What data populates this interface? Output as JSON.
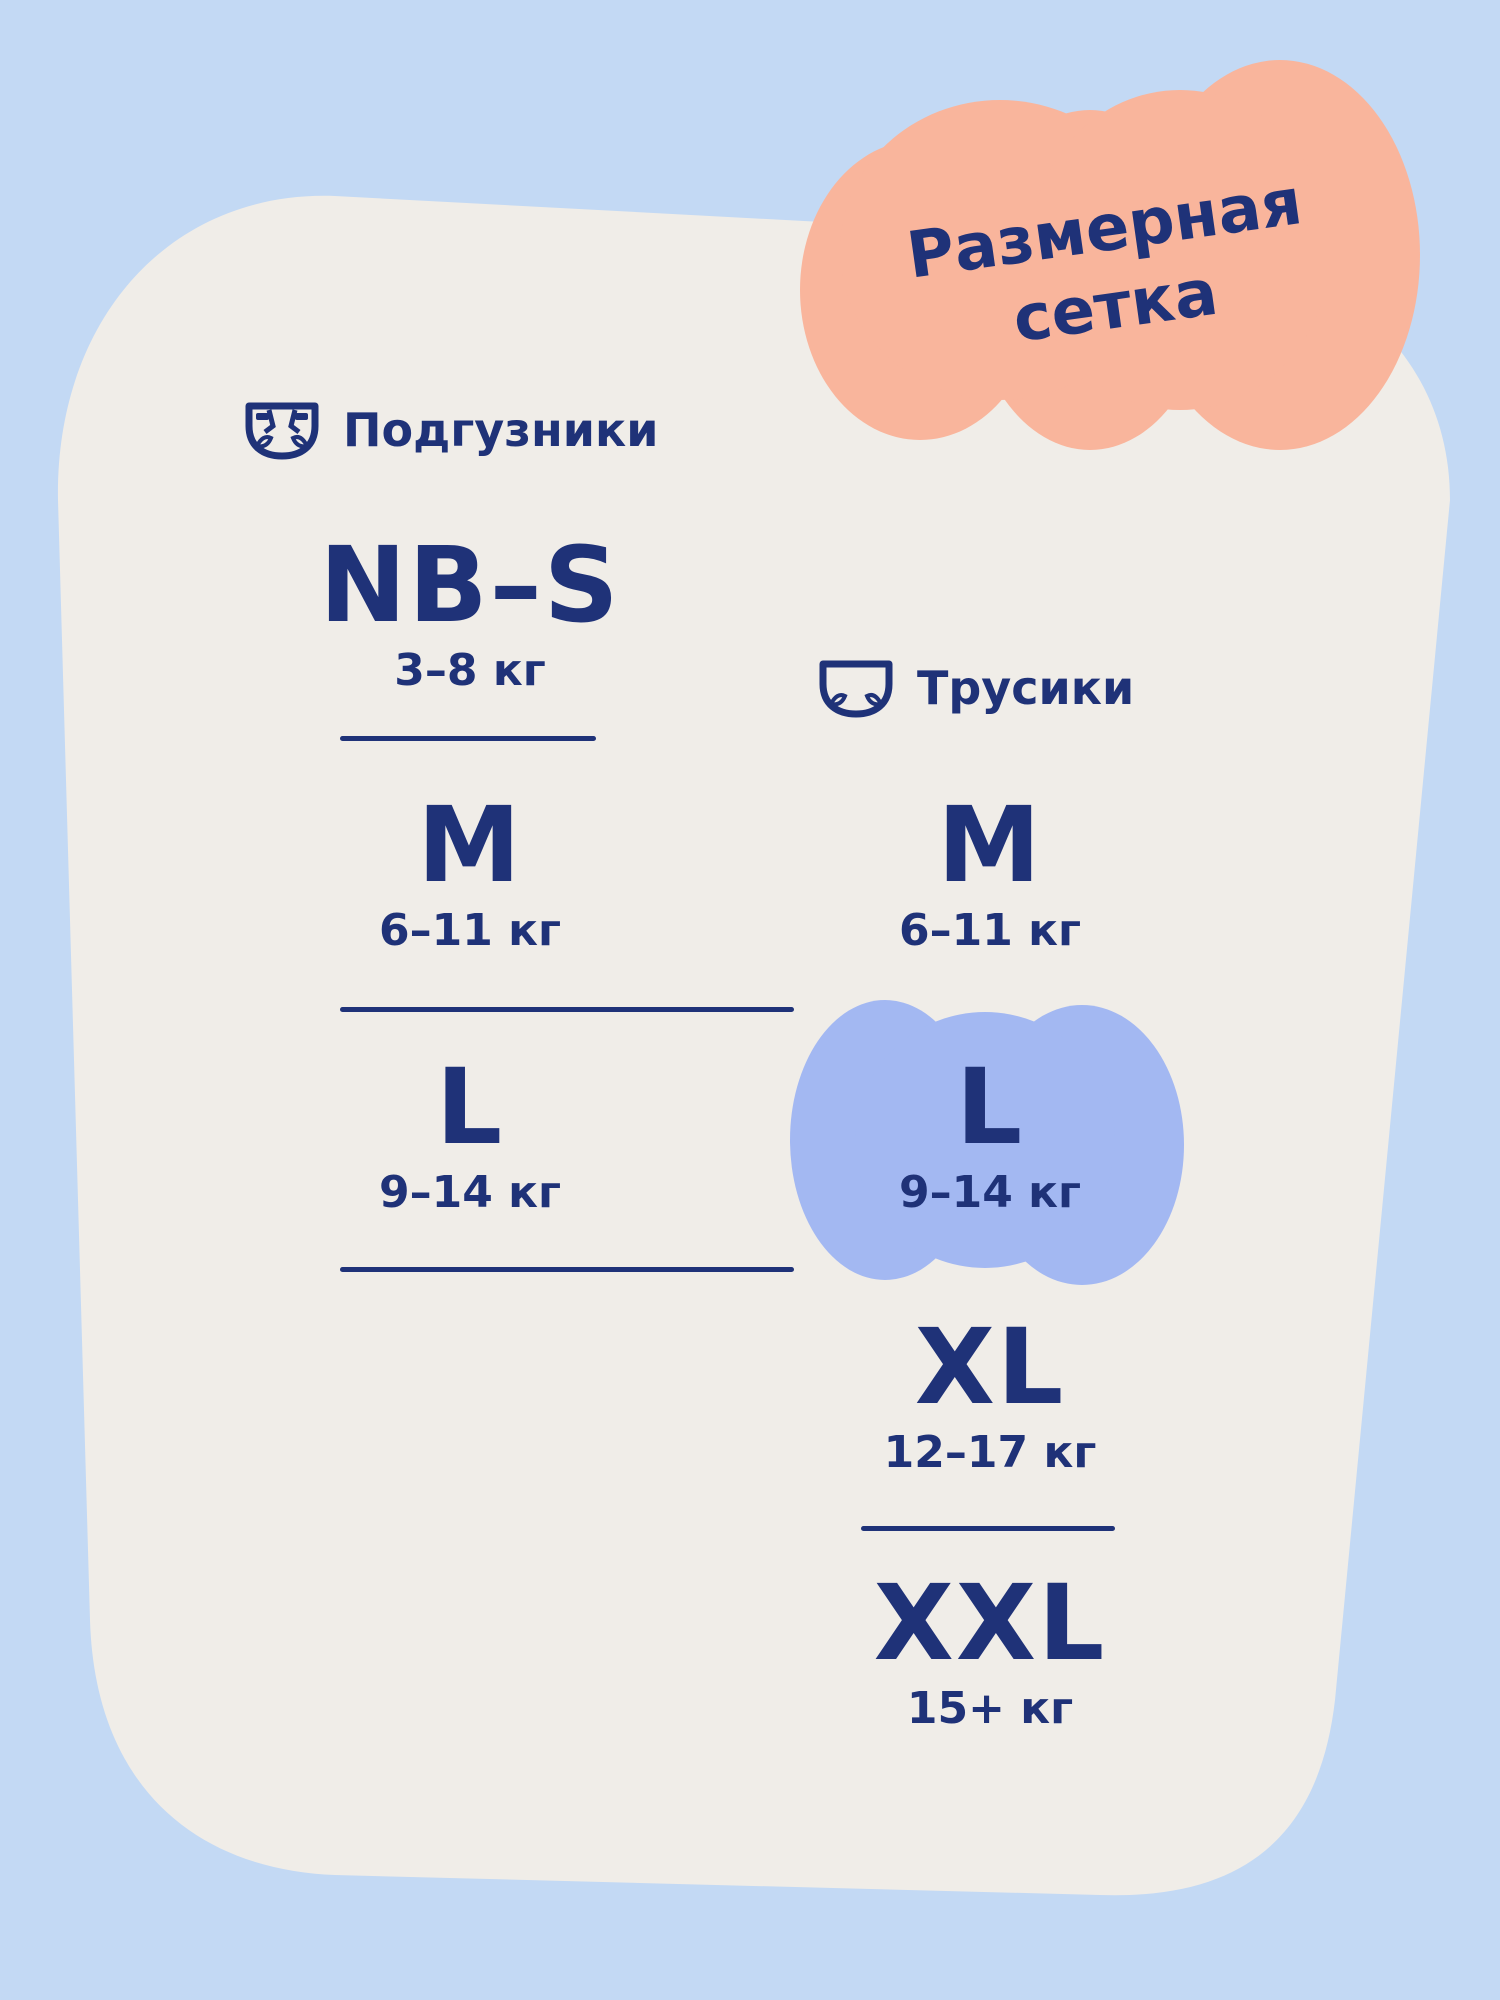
{
  "title": {
    "line1": "Размерная",
    "line2": "сетка"
  },
  "colors": {
    "background": "#c3d9f4",
    "panel": "#f0ede8",
    "title_blob": "#f9b59c",
    "highlight_blob": "#a3b8f2",
    "text": "#1f3278"
  },
  "diapers": {
    "icon": "diaper-icon",
    "label": "Подгузники",
    "sizes": [
      {
        "size": "NB–S",
        "range": "3–8 кг"
      },
      {
        "size": "M",
        "range": "6–11 кг"
      },
      {
        "size": "L",
        "range": "9–14 кг"
      }
    ]
  },
  "pants": {
    "icon": "pants-icon",
    "label": "Трусики",
    "sizes": [
      {
        "size": "M",
        "range": "6–11 кг"
      },
      {
        "size": "L",
        "range": "9–14 кг",
        "highlighted": true
      },
      {
        "size": "XL",
        "range": "12–17 кг"
      },
      {
        "size": "XXL",
        "range": "15+ кг"
      }
    ]
  }
}
